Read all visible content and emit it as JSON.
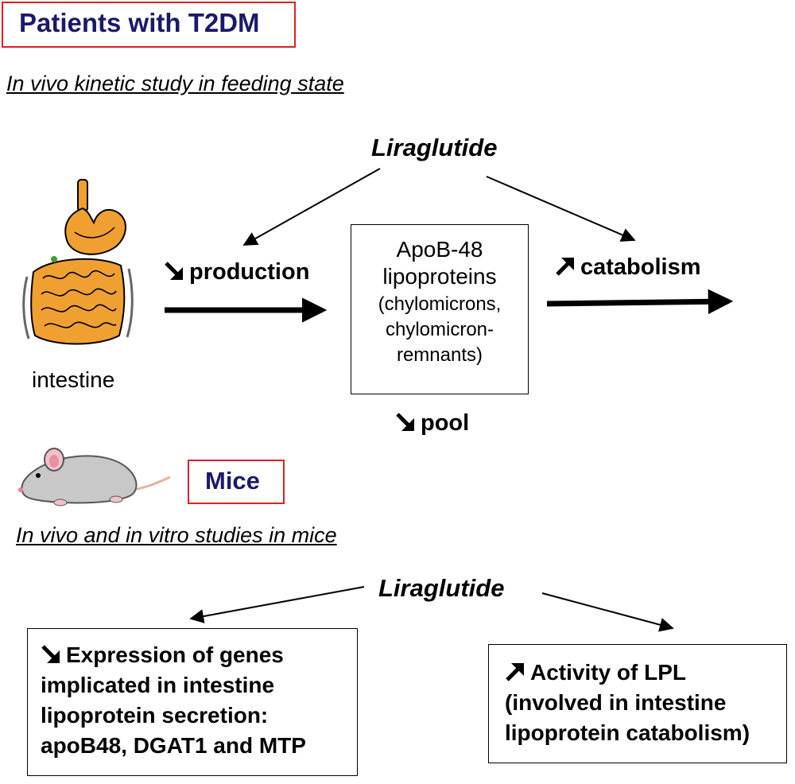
{
  "patients_section": {
    "title": "Patients with T2DM",
    "subtitle": "In vivo kinetic study in feeding state",
    "drug": "Liraglutide",
    "organ_label": "intestine",
    "production_label": "production",
    "catabolism_label": "catabolism",
    "pool_label": "pool",
    "center_box": {
      "line1": "ApoB-48",
      "line2": "lipoproteins",
      "line3": "(chylomicrons,",
      "line4": "chylomicron-",
      "line5": "remnants)"
    },
    "production_direction": "down",
    "catabolism_direction": "up",
    "pool_direction": "down"
  },
  "mice_section": {
    "title": "Mice",
    "subtitle": "In vivo and in vitro studies in mice",
    "drug": "Liraglutide",
    "left_box": {
      "direction": "down",
      "line1": "Expression of genes",
      "line2": "implicated in intestine",
      "line3": "lipoprotein secretion:",
      "line4": "apoB48, DGAT1 and MTP"
    },
    "right_box": {
      "direction": "up",
      "line1": "Activity of LPL",
      "line2": "(involved in intestine",
      "line3": "lipoprotein catabolism)"
    }
  },
  "icons": {
    "intestine": "intestine-icon",
    "mouse": "mouse-icon",
    "decrease": "decrease-arrow-icon",
    "increase": "increase-arrow-icon"
  },
  "colors": {
    "title_text": "#1a1a6b",
    "title_border": "#e02020",
    "intestine_fill": "#f0a030",
    "mouse_fill": "#c8c8c8"
  }
}
